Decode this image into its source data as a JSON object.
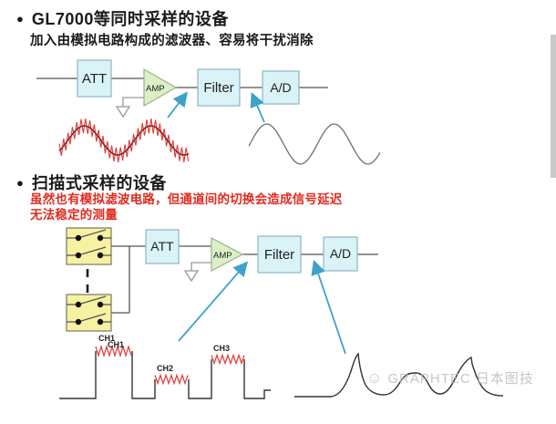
{
  "section1": {
    "bullet": "●",
    "title": "GL7000等同时采样的设备",
    "subtitle": "加入由模拟电路构成的滤波器、容易将干扰消除",
    "blocks": {
      "att": "ATT",
      "amp": "AMP",
      "filter": "Filter",
      "ad": "A/D"
    }
  },
  "section2": {
    "bullet": "●",
    "title": "扫描式采样的设备",
    "note_line1": "虽然也有模拟滤波电路，但通道间的切换会造成信号延迟",
    "note_line2": "无法稳定的测量",
    "blocks": {
      "att": "ATT",
      "amp": "AMP",
      "filter": "Filter",
      "ad": "A/D"
    },
    "channel_labels": [
      "CH1",
      "CH2",
      "CH3"
    ]
  },
  "watermark": {
    "logo_glyph": "☺",
    "text": "GRAPHTEC 日本图技"
  },
  "colors": {
    "box_fill": "#d9f3f6",
    "box_stroke": "#8fb4c6",
    "amp_fill": "#dbf0c7",
    "amp_stroke": "#9ab284",
    "switch_fill": "#f7f1a2",
    "switch_stroke": "#77775f",
    "arrow_blue": "#3da3c9",
    "noise_red": "#e43838",
    "note_red": "#e12a1e",
    "wire": "#555555"
  }
}
